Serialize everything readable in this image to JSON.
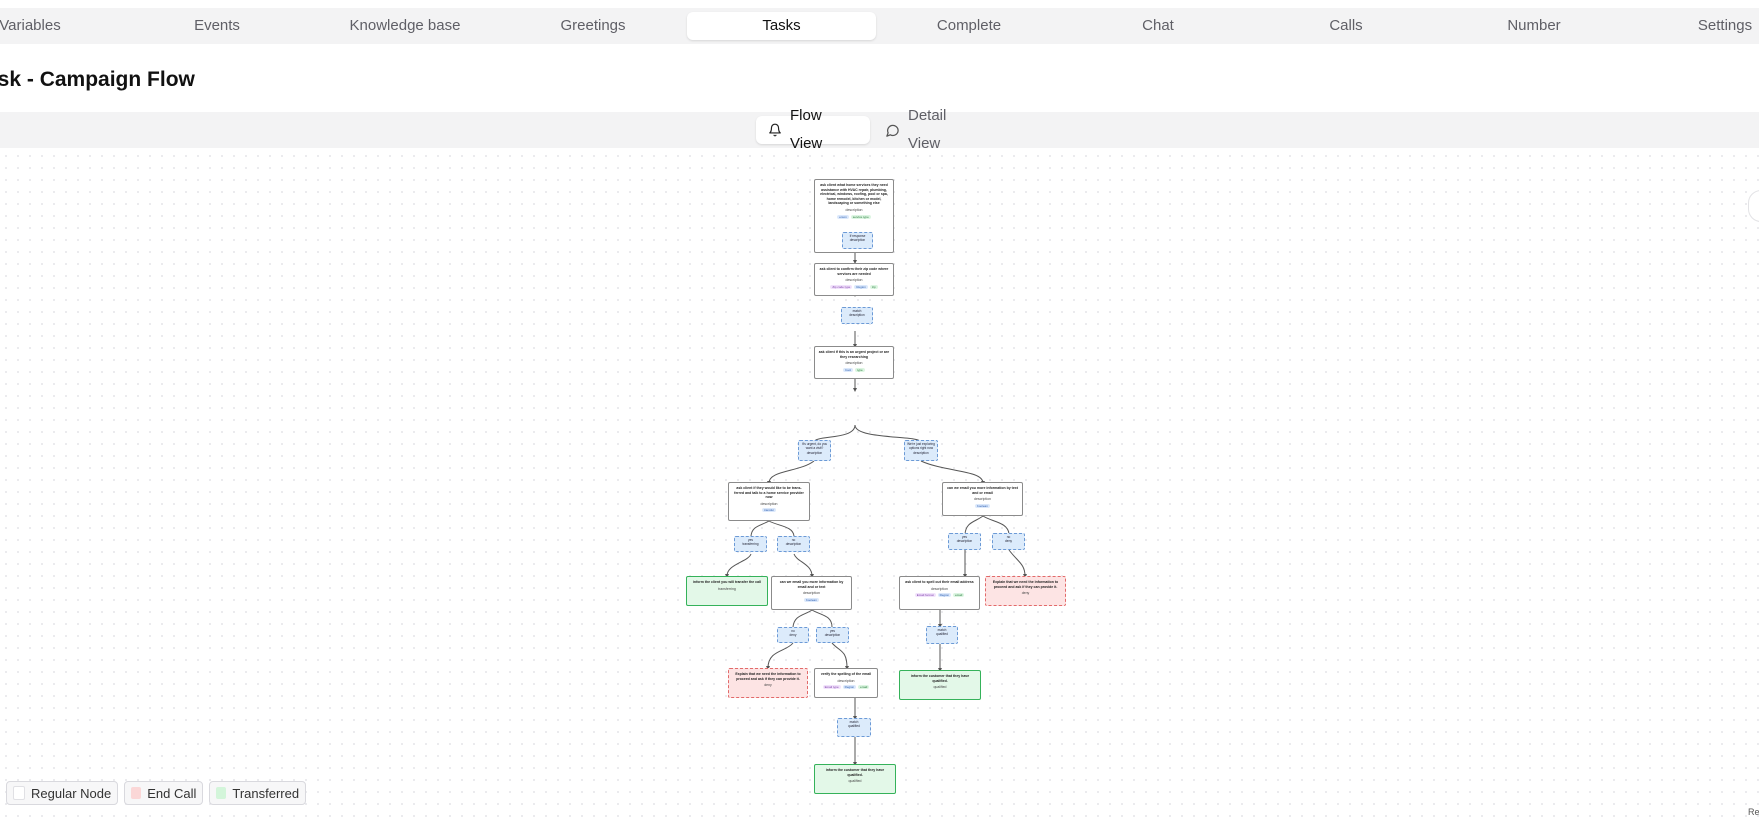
{
  "tabs": [
    {
      "label": "Variables"
    },
    {
      "label": "Events"
    },
    {
      "label": "Knowledge base"
    },
    {
      "label": "Greetings"
    },
    {
      "label": "Tasks",
      "active": true
    },
    {
      "label": "Complete"
    },
    {
      "label": "Chat"
    },
    {
      "label": "Calls"
    },
    {
      "label": "Number"
    },
    {
      "label": "Settings"
    }
  ],
  "page_title": "ask - Campaign Flow",
  "view_toggle": {
    "flow": {
      "label": "Flow View",
      "icon": "bell-icon",
      "active": true
    },
    "detail": {
      "label": "Detail View",
      "icon": "chat-bubble-icon"
    }
  },
  "nodes": {
    "n1": {
      "title": "ask client what home services they need assistance with HVAC repair, plumbing, electrical, windows, roofing, pool or spa, home remodel, kitchen or model, landscaping or something else",
      "desc": "description",
      "chips": [
        "enum",
        "service type"
      ]
    },
    "n2": {
      "title": "ask client to confirm their zip code where services are needed",
      "desc": "description",
      "chips": [
        "Zip code type",
        "Region",
        "zip"
      ]
    },
    "n3": {
      "title": "ask client if this is an urgent project or are they researching",
      "desc": "description",
      "chips": [
        "bool",
        "type"
      ]
    },
    "n4": {
      "title": "ask client if they would like to be trans-ferred and talk to a home service provider now",
      "desc": "description",
      "chips": [
        "transfer"
      ]
    },
    "n5": {
      "title": "can we email you more information by text and or email",
      "desc": "description",
      "chips": [
        "boolean"
      ]
    },
    "n6": {
      "title": "inform the client you will transfer the call",
      "desc": "transferring"
    },
    "n7": {
      "title": "can we email you more information by email and or text",
      "desc": "description",
      "chips": [
        "boolean"
      ]
    },
    "n8": {
      "title": "ask client to spell out their email address",
      "desc": "description",
      "chips": [
        "Email format",
        "Region",
        "email"
      ]
    },
    "n9": {
      "title": "Explain that we need the information to proceed and ask if they can provide it.",
      "desc": "deny"
    },
    "n10": {
      "title": "Explain that we need the information to proceed and ask if they can provide it.",
      "desc": "deny"
    },
    "n11": {
      "title": "verify the spelling of the email",
      "desc": "description",
      "chips": [
        "Email type",
        "Region",
        "email"
      ]
    },
    "n12": {
      "title": "inform the customer that they have qualified.",
      "desc": "qualified"
    },
    "n13": {
      "title": "inform the customer that they have qualified.",
      "desc": "qualified"
    }
  },
  "conditions": {
    "c1": {
      "title": "If response",
      "desc": "description"
    },
    "c2": {
      "title": "match",
      "desc": "description"
    },
    "c3": {
      "title": "It's urgent, do you want a visit?",
      "desc": "description"
    },
    "c4": {
      "title": "We're just exploring options right now",
      "desc": "description"
    },
    "c5": {
      "title": "yes",
      "desc": "transferring"
    },
    "c6": {
      "title": "no",
      "desc": "description"
    },
    "c7": {
      "title": "yes",
      "desc": "description"
    },
    "c8": {
      "title": "no",
      "desc": "deny"
    },
    "c9": {
      "title": "match",
      "desc": "qualified"
    },
    "c10": {
      "title": "no",
      "desc": "deny"
    },
    "c11": {
      "title": "yes",
      "desc": "description"
    },
    "c12": {
      "title": "match",
      "desc": "qualified"
    }
  },
  "legend": [
    {
      "label": "Regular Node"
    },
    {
      "label": "End Call"
    },
    {
      "label": "Transferred"
    }
  ],
  "corner_text": "Re",
  "colors": {
    "end_call": "#fde4e4",
    "transferred": "#e3f8e8",
    "condition": "#dcebfb",
    "edge": "#555555"
  }
}
